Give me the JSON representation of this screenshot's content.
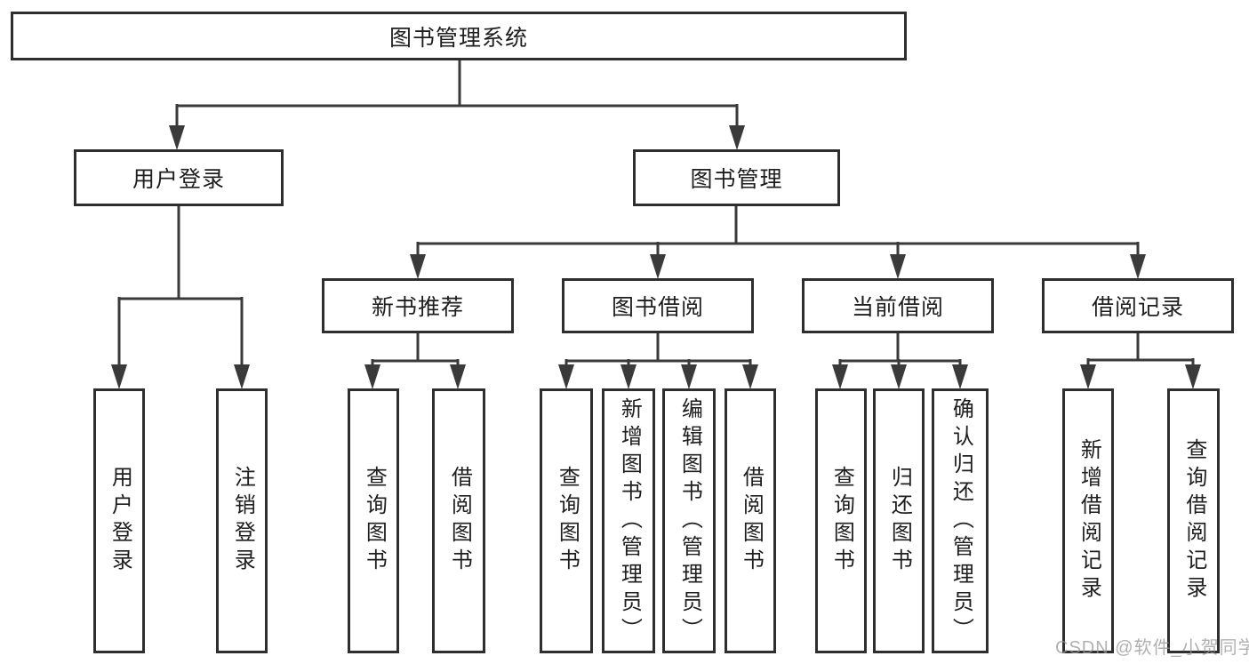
{
  "diagram": {
    "type": "hierarchy",
    "colors": {
      "background": "#ffffff",
      "line": "#3a3a3a",
      "box_border": "#2e2e2e",
      "text": "#1e1e1e",
      "watermark": "#969696"
    },
    "tree": {
      "label": "图书管理系统",
      "children": [
        {
          "label": "用户登录",
          "children": [
            {
              "label": "用户登录"
            },
            {
              "label": "注销登录"
            }
          ]
        },
        {
          "label": "图书管理",
          "children": [
            {
              "label": "新书推荐",
              "children": [
                {
                  "label": "查询图书"
                },
                {
                  "label": "借阅图书"
                }
              ]
            },
            {
              "label": "图书借阅",
              "children": [
                {
                  "label": "查询图书"
                },
                {
                  "label": "新增图书（管理员）"
                },
                {
                  "label": "编辑图书（管理员）"
                },
                {
                  "label": "借阅图书"
                }
              ]
            },
            {
              "label": "当前借阅",
              "children": [
                {
                  "label": "查询图书"
                },
                {
                  "label": "归还图书"
                },
                {
                  "label": "确认归还（管理员）"
                }
              ]
            },
            {
              "label": "借阅记录",
              "children": [
                {
                  "label": "新增借阅记录"
                },
                {
                  "label": "查询借阅记录"
                }
              ]
            }
          ]
        }
      ]
    },
    "watermark": {
      "text": "CSDN @软件_小贺同学"
    }
  }
}
